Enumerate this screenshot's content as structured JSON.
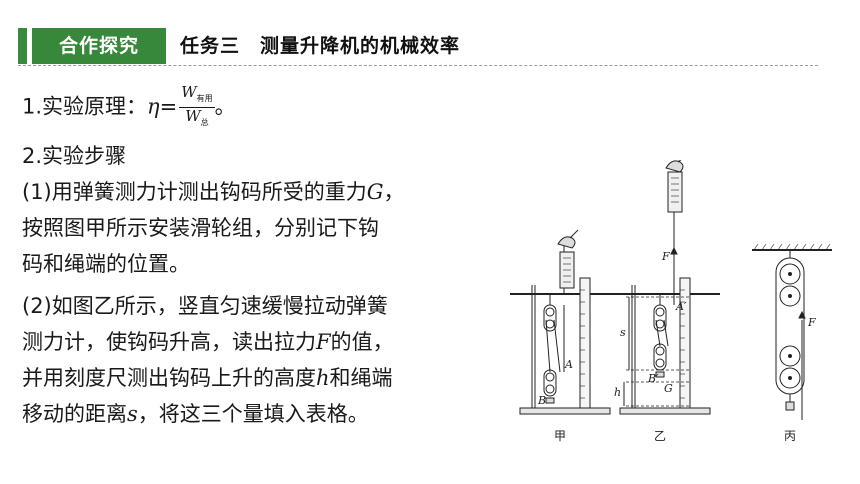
{
  "header": {
    "tag": "合作探究",
    "title": "任务三　测量升降机的机械效率"
  },
  "principle": {
    "label": "1.实验原理：",
    "eta": "η",
    "eq": "=",
    "numerator": "W",
    "numerator_sub": "有用",
    "denominator": "W",
    "denominator_sub": "总",
    "end": "。"
  },
  "steps": {
    "heading": "2.实验步骤",
    "step1_line1_pre": "(1)用弹簧测力计测出钩码所受的重力",
    "step1_line1_var": "G",
    "step1_line1_post": "，",
    "step1_line2": "按照图甲所示安装滑轮组，分别记下钩",
    "step1_line3": "码和绳端的位置。",
    "step2_line1": "(2)如图乙所示，竖直匀速缓慢拉动弹簧",
    "step2_line2_pre": "测力计，使钩码升高，读出拉力",
    "step2_line2_var": "F",
    "step2_line2_post": "的值，",
    "step2_line3_pre": "并用刻度尺测出钩码上升的高度",
    "step2_line3_var": "h",
    "step2_line3_post": "和绳端",
    "step2_line4_pre": "移动的距离",
    "step2_line4_var": "s",
    "step2_line4_post": "，将这三个量填入表格。"
  },
  "figure": {
    "captions": [
      "甲",
      "乙",
      "丙"
    ],
    "labels": {
      "A": "A",
      "B": "B",
      "A_prime": "A′",
      "B_prime": "B′",
      "G": "G",
      "F": "F",
      "s": "s",
      "h": "h"
    }
  }
}
